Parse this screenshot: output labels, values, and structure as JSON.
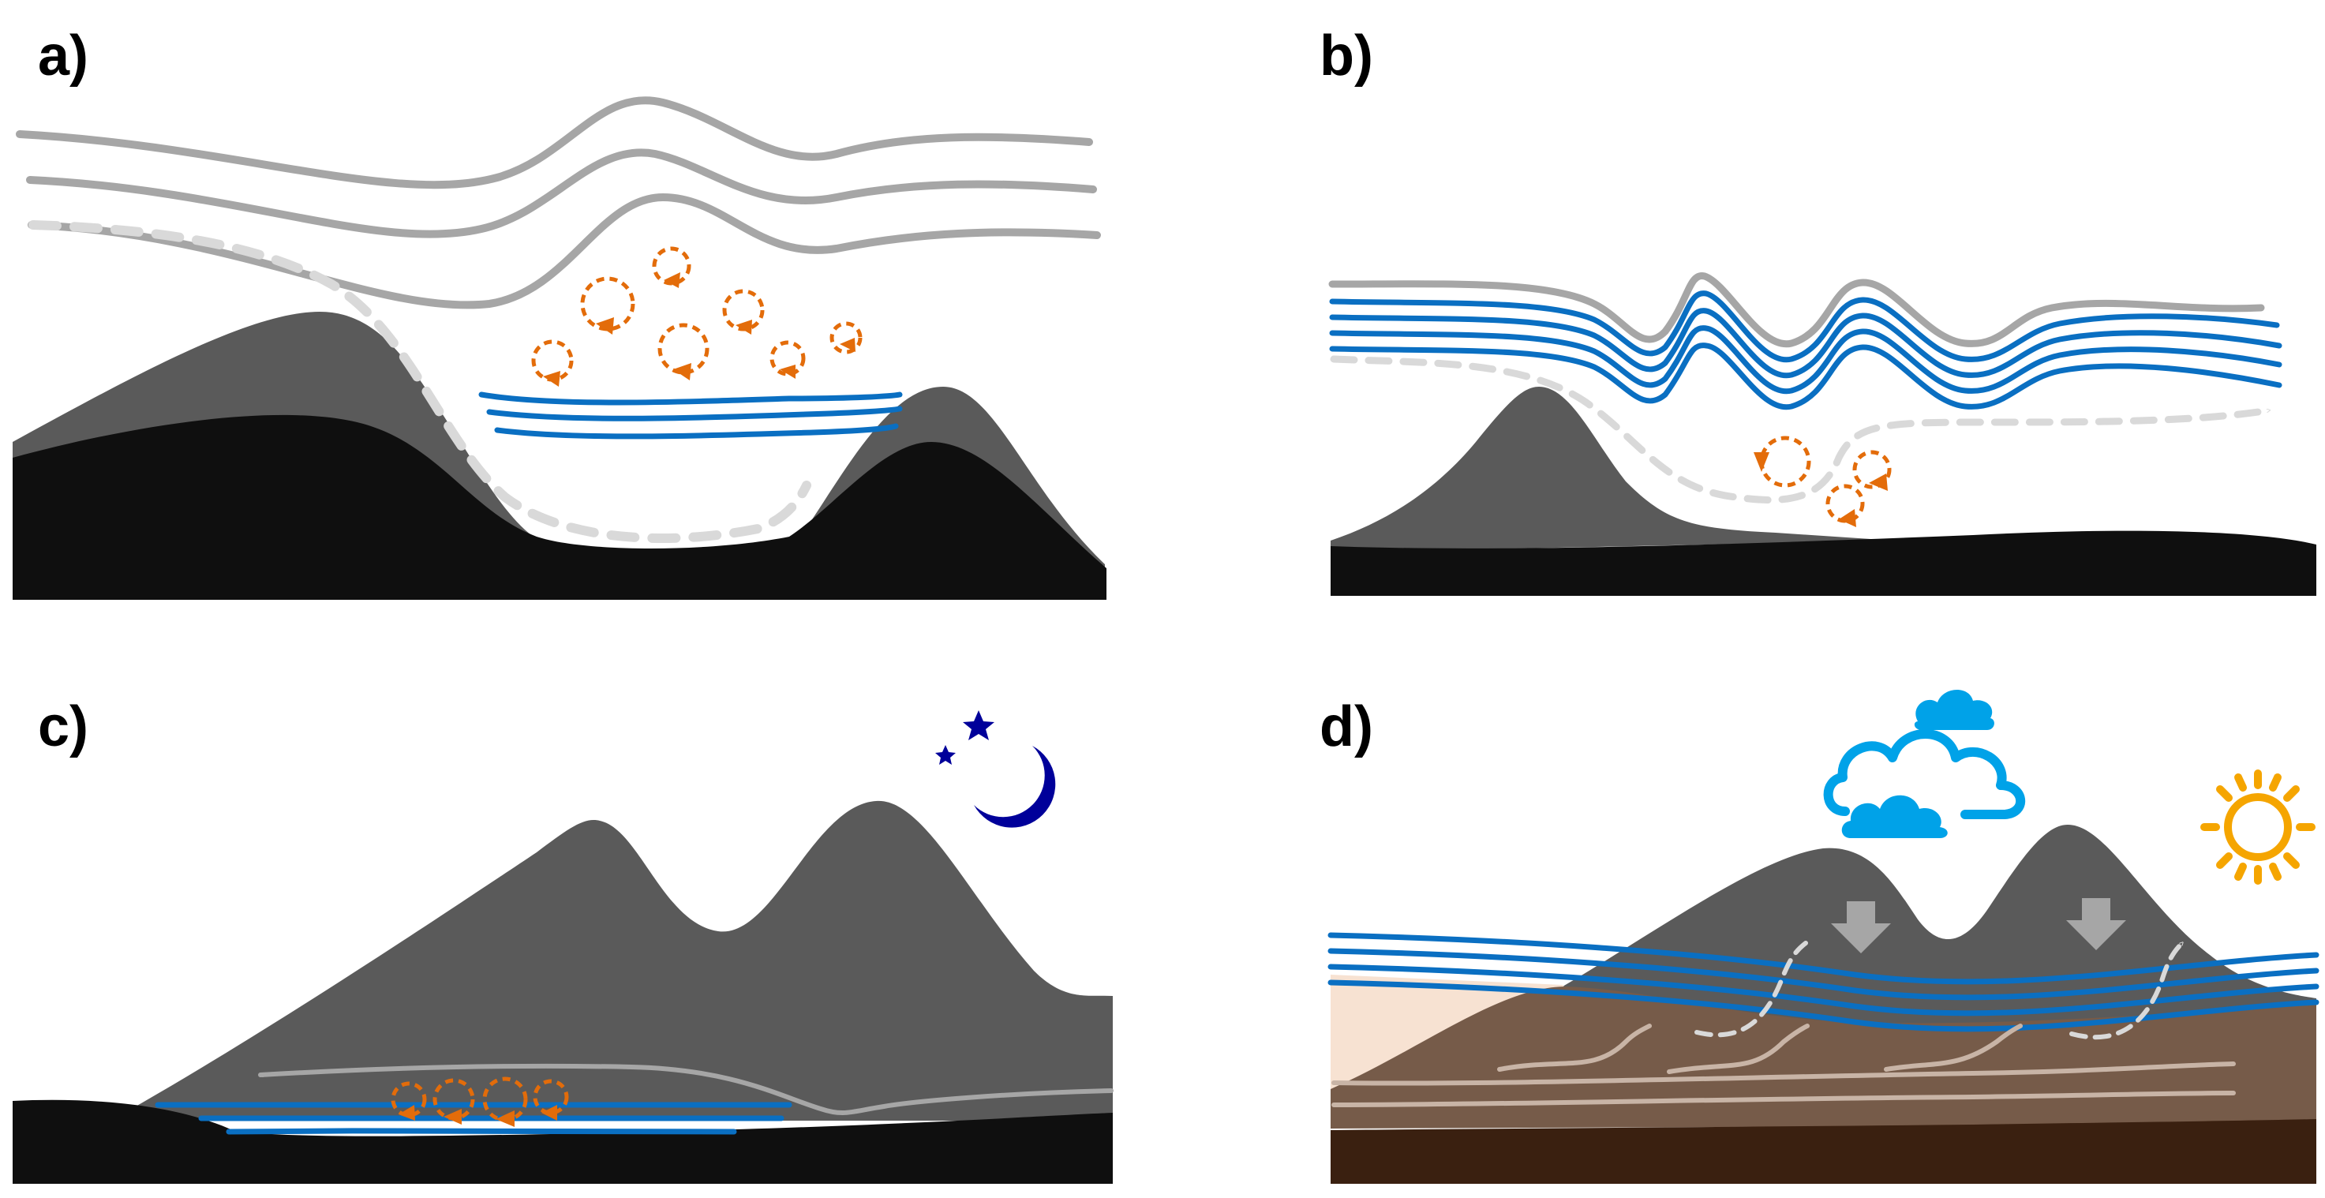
{
  "panels": [
    {
      "id": "a",
      "label": "a)"
    },
    {
      "id": "b",
      "label": "b)"
    },
    {
      "id": "c",
      "label": "c)"
    },
    {
      "id": "d",
      "label": "d)"
    }
  ],
  "icons": {
    "moon": "crescent-moon-icon",
    "stars": "star-icon",
    "clouds": "cloud-icon",
    "sun": "sun-icon",
    "subsidence": "down-arrow-icon"
  },
  "colors": {
    "background": "#ffffff",
    "mountain_dark": "#5a5a5a",
    "ground_black": "#0f0f0f",
    "gray_flow": "#a6a6a6",
    "light_dashed": "#d9d9d9",
    "stable_layer_blue": "#0a6fc2",
    "turbulence_orange": "#e36c0a",
    "night_blue": "#00009a",
    "cloud_blue": "#00a2e8",
    "sun_orange": "#f5a500",
    "soil_brown": "#765b49",
    "soil_dark": "#3a2010",
    "sand": "#f7e2d2",
    "surface_flow": "#c8b4a6"
  }
}
